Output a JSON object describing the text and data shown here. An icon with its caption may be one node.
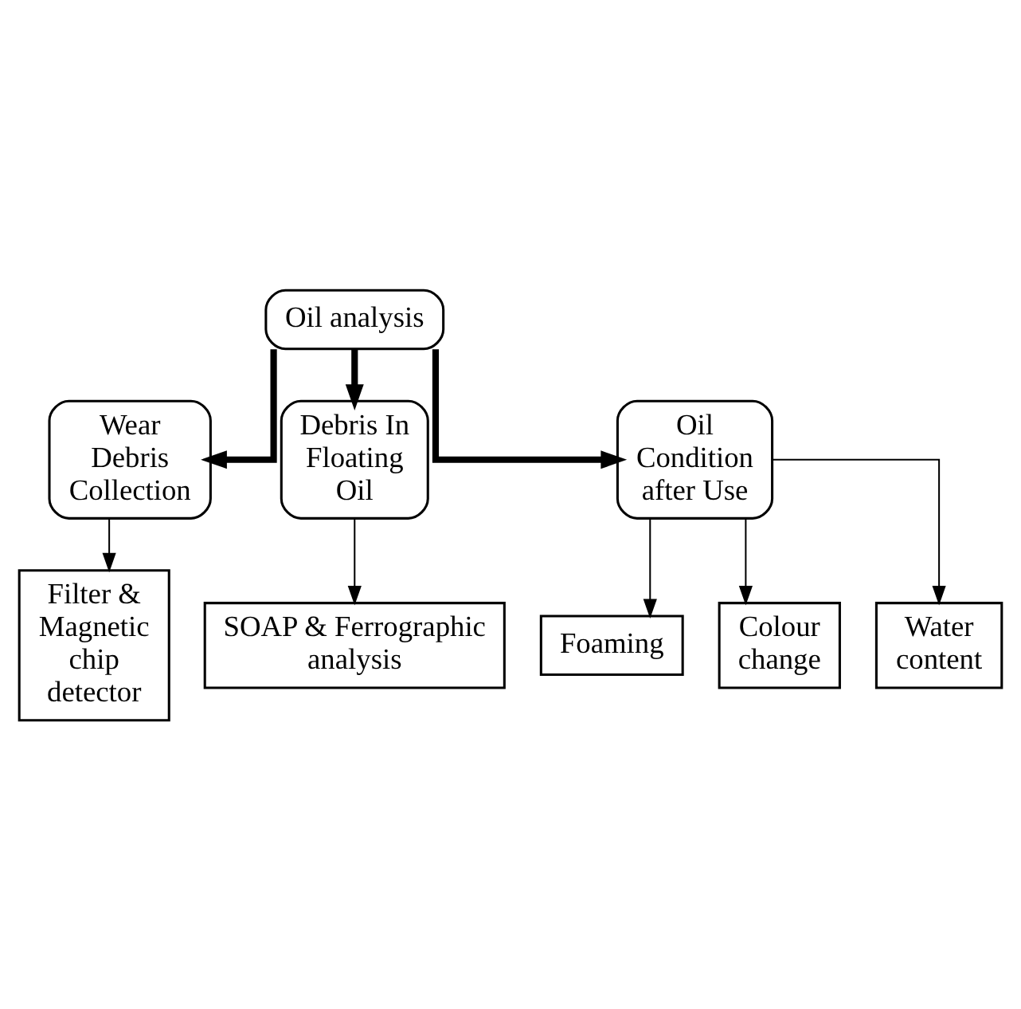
{
  "diagram": {
    "nodes": [
      {
        "text": [
          "Oil analysis"
        ]
      },
      {
        "text": [
          "Wear Debris Collection"
        ]
      },
      {
        "text": [
          "Debris In Floating Oil"
        ]
      },
      {
        "text": [
          "Oil Condition after Use"
        ]
      },
      {
        "text": [
          "Filter & Magnetic chip detector"
        ]
      },
      {
        "text": [
          "SOAP & Ferrographic analysis"
        ]
      },
      {
        "text": [
          "Foaming"
        ]
      },
      {
        "text": [
          "Colour change"
        ]
      },
      {
        "text": [
          "Water content"
        ]
      }
    ],
    "edges": [
      {
        "from": 0,
        "to": 1,
        "arrow": "to",
        "style": "thick"
      },
      {
        "from": 0,
        "to": 2,
        "arrow": "to",
        "style": "thick"
      },
      {
        "from": 0,
        "to": 3,
        "arrow": "to",
        "style": "thick"
      },
      {
        "from": 1,
        "to": 4,
        "arrow": "to"
      },
      {
        "from": 2,
        "to": 5,
        "arrow": "to"
      },
      {
        "from": 3,
        "to": 6,
        "arrow": "to"
      },
      {
        "from": 3,
        "to": 7,
        "arrow": "to"
      },
      {
        "from": 3,
        "to": 8,
        "arrow": "to"
      }
    ]
  }
}
